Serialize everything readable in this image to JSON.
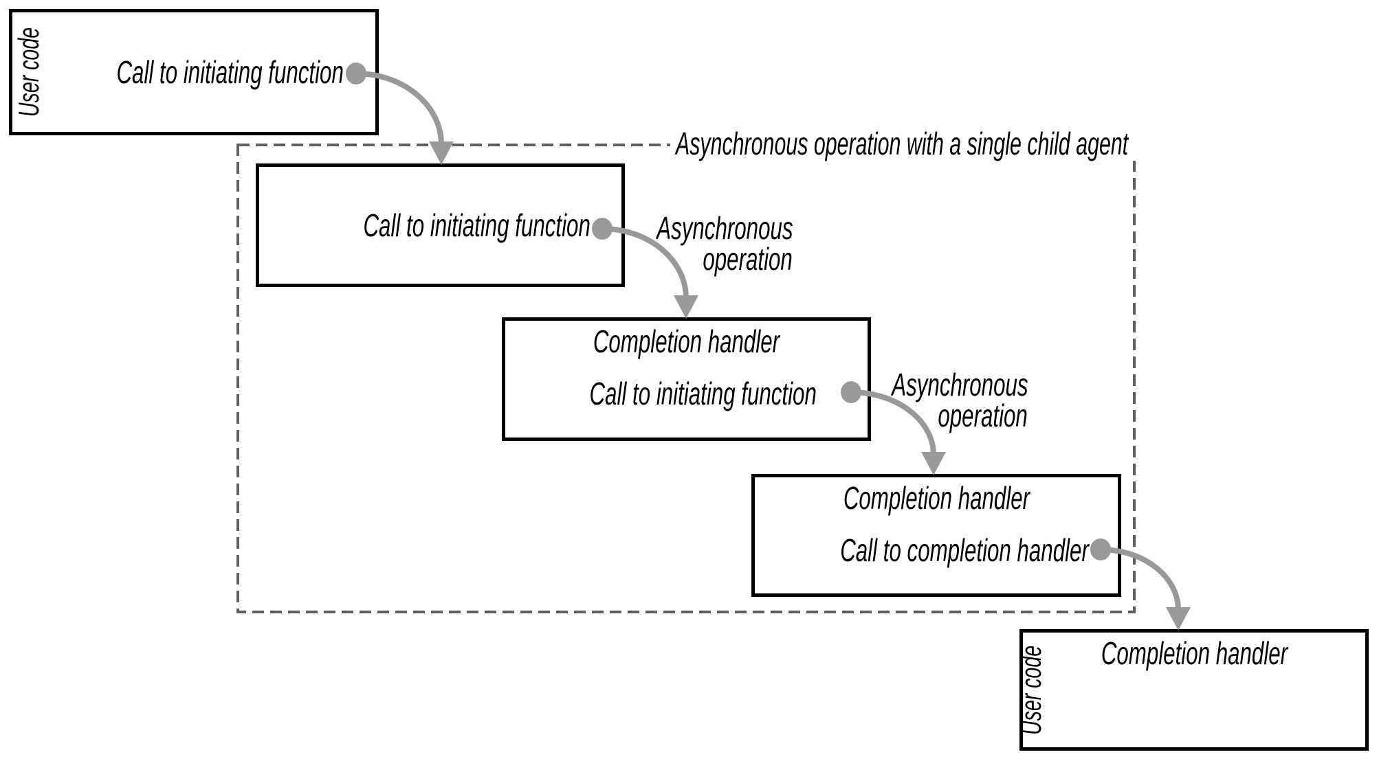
{
  "colors": {
    "background": "#ffffff",
    "box_border": "#000000",
    "text": "#000000",
    "connector_gray": "#999999",
    "dashed_border": "#5f5f5f"
  },
  "boxes": {
    "user_code_top": {
      "side_label": "User code",
      "call_line": "Call to initiating function"
    },
    "initiating_child": {
      "call_line": "Call to initiating function"
    },
    "completion_first": {
      "title_line": "Completion handler",
      "call_line": "Call to initiating function"
    },
    "completion_second": {
      "title_line": "Completion handler",
      "call_line": "Call to completion handler"
    },
    "user_code_bottom": {
      "side_label": "User code",
      "title_line": "Completion handler"
    }
  },
  "dashed_group": {
    "label": "Asynchronous operation with a single child agent"
  },
  "arrow_labels": [
    {
      "line1": "Asynchronous",
      "line2": "operation"
    },
    {
      "line1": "Asynchronous",
      "line2": "operation"
    }
  ]
}
